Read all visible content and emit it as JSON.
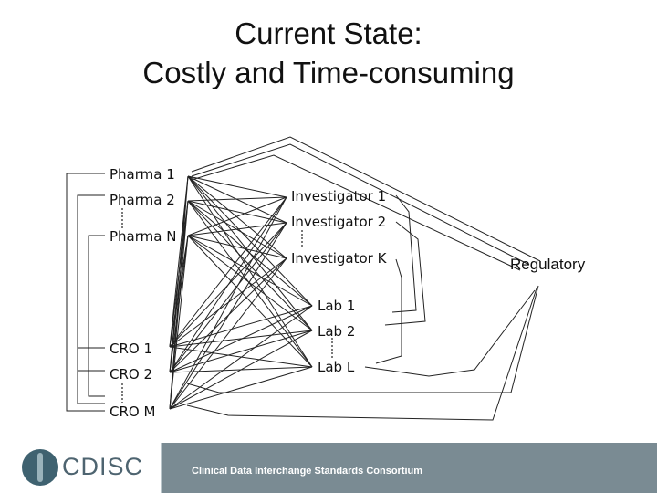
{
  "title": {
    "line1": "Current State:",
    "line2": "Costly and Time-consuming"
  },
  "nodes": {
    "pharma_1": "Pharma 1",
    "pharma_2": "Pharma 2",
    "pharma_n": "Pharma N",
    "investigator_1": "Investigator 1",
    "investigator_2": "Investigator 2",
    "investigator_k": "Investigator K",
    "lab_1": "Lab 1",
    "lab_2": "Lab 2",
    "lab_l": "Lab L",
    "cro_1": "CRO 1",
    "cro_2": "CRO 2",
    "cro_m": "CRO M",
    "regulatory": "Regulatory"
  },
  "footer": {
    "logo_text": "CDISC",
    "tagline": "Clinical Data Interchange Standards Consortium"
  }
}
